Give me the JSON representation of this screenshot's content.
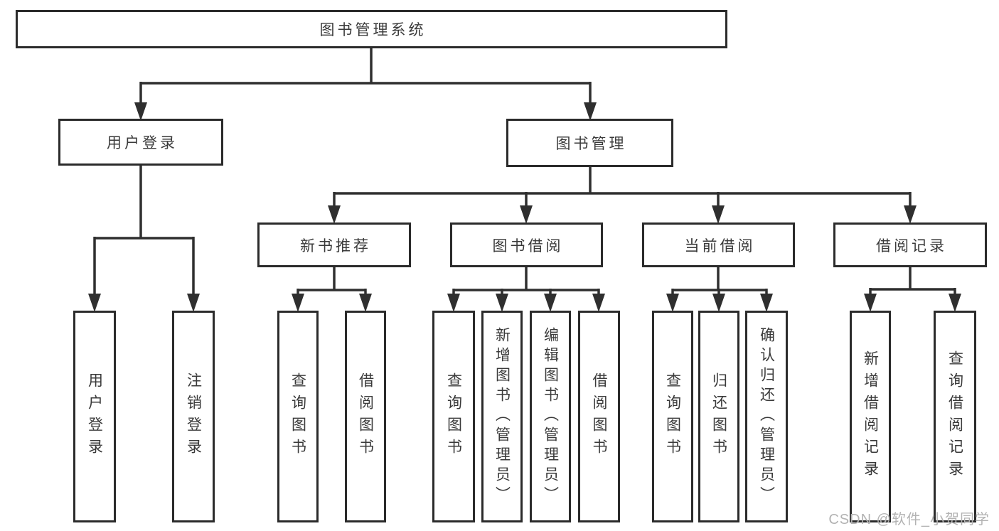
{
  "diagram": {
    "type": "hierarchy",
    "root": {
      "label": "图书管理系统"
    },
    "level2": {
      "user_login": {
        "label": "用户登录"
      },
      "book_mgmt": {
        "label": "图书管理"
      }
    },
    "level3": {
      "new_book_rec": {
        "label": "新书推荐"
      },
      "book_borrow": {
        "label": "图书借阅"
      },
      "current_borrow": {
        "label": "当前借阅"
      },
      "borrow_record": {
        "label": "借阅记录"
      }
    },
    "level4": {
      "user_login_leaf": {
        "label": "用户登录"
      },
      "logout_leaf": {
        "label": "注销登录"
      },
      "rec_query_book": {
        "label": "查询图书"
      },
      "rec_borrow_book": {
        "label": "借阅图书"
      },
      "bb_query_book": {
        "label": "查询图书"
      },
      "bb_add_book": {
        "label": "新增图书（管理员）"
      },
      "bb_edit_book": {
        "label": "编辑图书（管理员）"
      },
      "bb_borrow_book": {
        "label": "借阅图书"
      },
      "cb_query_book": {
        "label": "查询图书"
      },
      "cb_return_book": {
        "label": "归还图书"
      },
      "cb_confirm_return": {
        "label": "确认归还（管理员）"
      },
      "br_add_record": {
        "label": "新增借阅记录"
      },
      "br_query_record": {
        "label": "查询借阅记录"
      }
    },
    "watermark": "CSDN @软件_小贺同学",
    "colors": {
      "line": "#2f2f2f",
      "box_border": "#2b2b2b",
      "text": "#3a3a3a",
      "watermark": "#b3b3b3",
      "background": "#ffffff"
    }
  }
}
